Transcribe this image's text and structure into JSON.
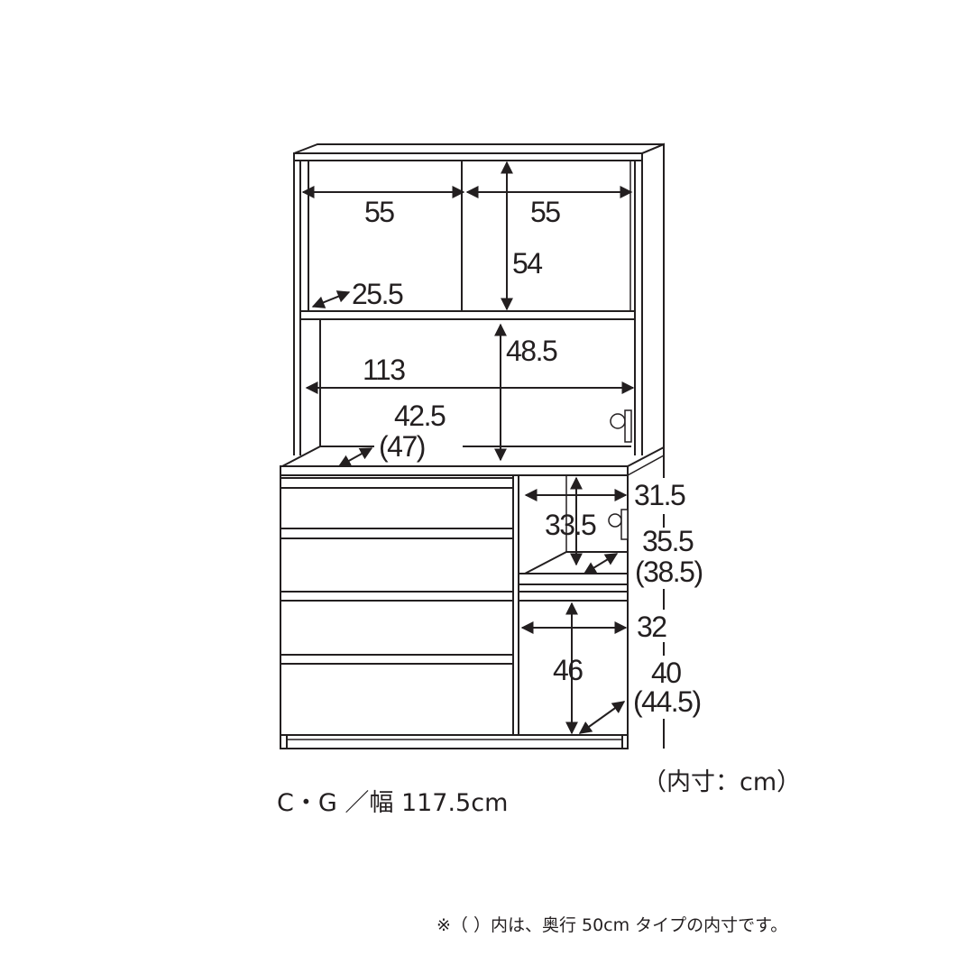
{
  "diagram": {
    "title": "Cupboard interior dimensions",
    "upper_cabinet": {
      "left_width": "55",
      "right_width": "55",
      "top_height": "54",
      "top_depth": "25.5",
      "open_width": "113",
      "open_height": "48.5",
      "counter_depth": "42.5",
      "counter_depth_alt": "(47)"
    },
    "lower_cabinet": {
      "drawer_count": 4,
      "upper_compartment_width": "31.5",
      "upper_compartment_height": "33.5",
      "upper_compartment_depth": "35.5",
      "upper_compartment_depth_alt": "(38.5)",
      "lower_compartment_width": "32",
      "lower_compartment_height": "46",
      "lower_compartment_depth": "40",
      "lower_compartment_depth_alt": "(44.5)"
    }
  },
  "captions": {
    "model": "C・G ／幅 117.5cm",
    "unit": "（内寸：cm）",
    "footnote": "※（ ）内は、奥行 50cm タイプの内寸です。"
  },
  "colors": {
    "line": "#231f20",
    "background": "#ffffff"
  }
}
